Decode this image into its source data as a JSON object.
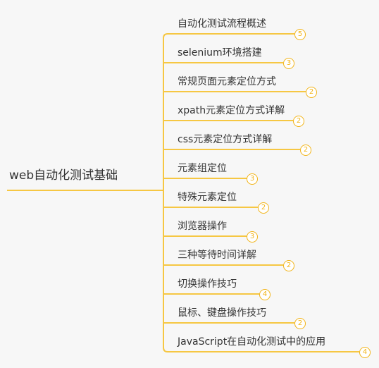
{
  "colors": {
    "line": "#f6c743",
    "badge": "#f2b418",
    "background": "#f7f7f7",
    "text": "#333333"
  },
  "root": {
    "label": "web自动化测试基础"
  },
  "children": [
    {
      "label": "自动化测试流程概述",
      "count": "5"
    },
    {
      "label": "selenium环境搭建",
      "count": "3"
    },
    {
      "label": "常规页面元素定位方式",
      "count": "2"
    },
    {
      "label": "xpath元素定位方式详解",
      "count": "2"
    },
    {
      "label": "css元素定位方式详解",
      "count": "2"
    },
    {
      "label": "元素组定位",
      "count": "3"
    },
    {
      "label": "特殊元素定位",
      "count": "2"
    },
    {
      "label": "浏览器操作",
      "count": "3"
    },
    {
      "label": "三种等待时间详解",
      "count": "2"
    },
    {
      "label": "切换操作技巧",
      "count": "4"
    },
    {
      "label": "鼠标、键盘操作技巧",
      "count": "2"
    },
    {
      "label": "JavaScript在自动化测试中的应用",
      "count": "4"
    }
  ]
}
